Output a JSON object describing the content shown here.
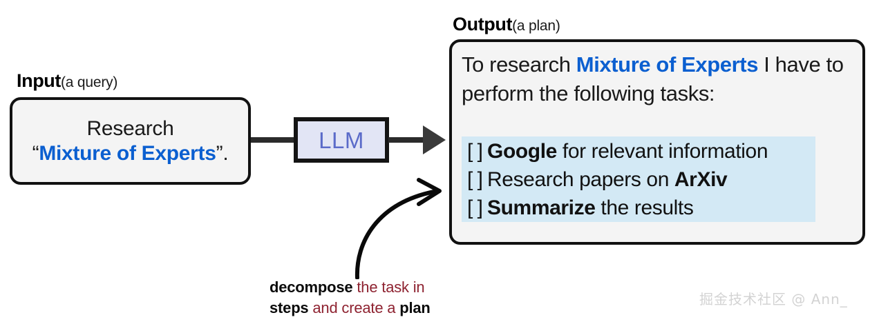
{
  "input_panel": {
    "caption_main": "Input",
    "caption_sub": "(a query)",
    "line1": "Research",
    "quote_open": "“",
    "quoted_term": "Mixture of Experts",
    "quote_close": "”",
    "period": "."
  },
  "llm_node": {
    "label": "LLM",
    "fill_color": "#e2e5f5",
    "text_color": "#5b6bc9",
    "border_color": "#141414"
  },
  "output_panel": {
    "caption_main": "Output",
    "caption_sub": "(a plan)",
    "intro_before": "To research ",
    "intro_highlight": "Mixture of Experts",
    "intro_after": " I have to perform the following tasks:",
    "highlight_color": "#d3e9f5",
    "tasks": [
      {
        "checkbox": "[ ]",
        "bold_lead": "Google",
        "rest": " for relevant information",
        "bold_tail": ""
      },
      {
        "checkbox": "[ ]",
        "bold_lead": "",
        "rest": "Research papers on ",
        "bold_tail": "ArXiv"
      },
      {
        "checkbox": "[ ]",
        "bold_lead": "Summarize",
        "rest": " the results",
        "bold_tail": ""
      }
    ]
  },
  "annotation": {
    "line1_bold": "decompose",
    "line1_rest": " the task in",
    "line2_bold": "steps",
    "line2_rest": " and create a ",
    "line2_bold2": "plan",
    "accent_color": "#8e2230"
  },
  "watermark": {
    "text": "掘金技术社区 @ Ann_"
  },
  "palette": {
    "accent_blue": "#0b5fd0",
    "panel_fill": "#f4f4f4",
    "stroke": "#111111"
  }
}
